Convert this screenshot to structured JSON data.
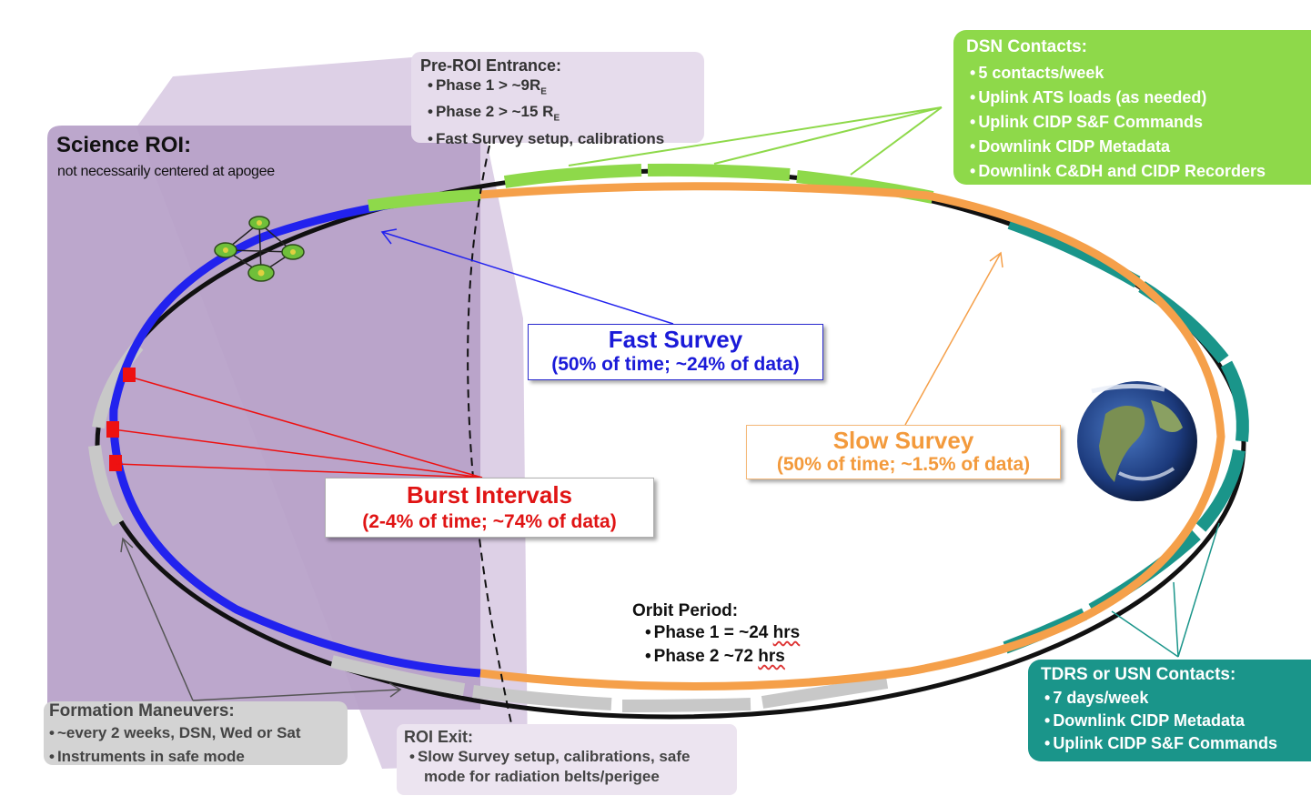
{
  "science_roi": {
    "title": "Science ROI:",
    "subtitle": "not necessarily centered at apogee"
  },
  "pre_roi": {
    "title": "Pre-ROI Entrance:",
    "items": [
      "Phase 1 > ~9R",
      "Phase 2 > ~15 R",
      "Fast Survey setup, calibrations"
    ],
    "subscript": "E"
  },
  "dsn": {
    "title": "DSN Contacts:",
    "items": [
      "5 contacts/week",
      "Uplink ATS loads (as needed)",
      "Uplink CIDP S&F Commands",
      "Downlink CIDP Metadata",
      "Downlink C&DH and CIDP Recorders"
    ]
  },
  "fast_survey": {
    "title": "Fast Survey",
    "detail": "(50% of time; ~24% of data)"
  },
  "slow_survey": {
    "title": "Slow Survey",
    "detail": "(50% of time; ~1.5% of data)"
  },
  "burst": {
    "title": "Burst Intervals",
    "detail": "(2-4% of time; ~74% of data)"
  },
  "orbit_period": {
    "title": "Orbit Period:",
    "phase1_prefix": "Phase 1 = ~24 ",
    "phase1_unit": "hrs",
    "phase2_prefix": "Phase 2 ~72 ",
    "phase2_unit": "hrs"
  },
  "tdrs": {
    "title": "TDRS or USN Contacts:",
    "items": [
      "7 days/week",
      "Downlink CIDP Metadata",
      "Uplink CIDP S&F Commands"
    ]
  },
  "formation": {
    "title": "Formation Maneuvers:",
    "items": [
      "~every 2 weeks, DSN, Wed or Sat",
      "Instruments in safe mode"
    ]
  },
  "roi_exit": {
    "title": "ROI Exit:",
    "line1": "Slow Survey setup, calibrations, safe",
    "line2": "mode for radiation belts/perigee"
  },
  "colors": {
    "roi_region": "#b6a0c8",
    "pre_roi_fill": "#ddd0e6",
    "fast_survey": "#2222ee",
    "slow_survey": "#f5a04a",
    "dsn": "#8ed94a",
    "tdrs": "#1a958a",
    "burst": "#ee1111",
    "formation": "#d0d0d0"
  }
}
